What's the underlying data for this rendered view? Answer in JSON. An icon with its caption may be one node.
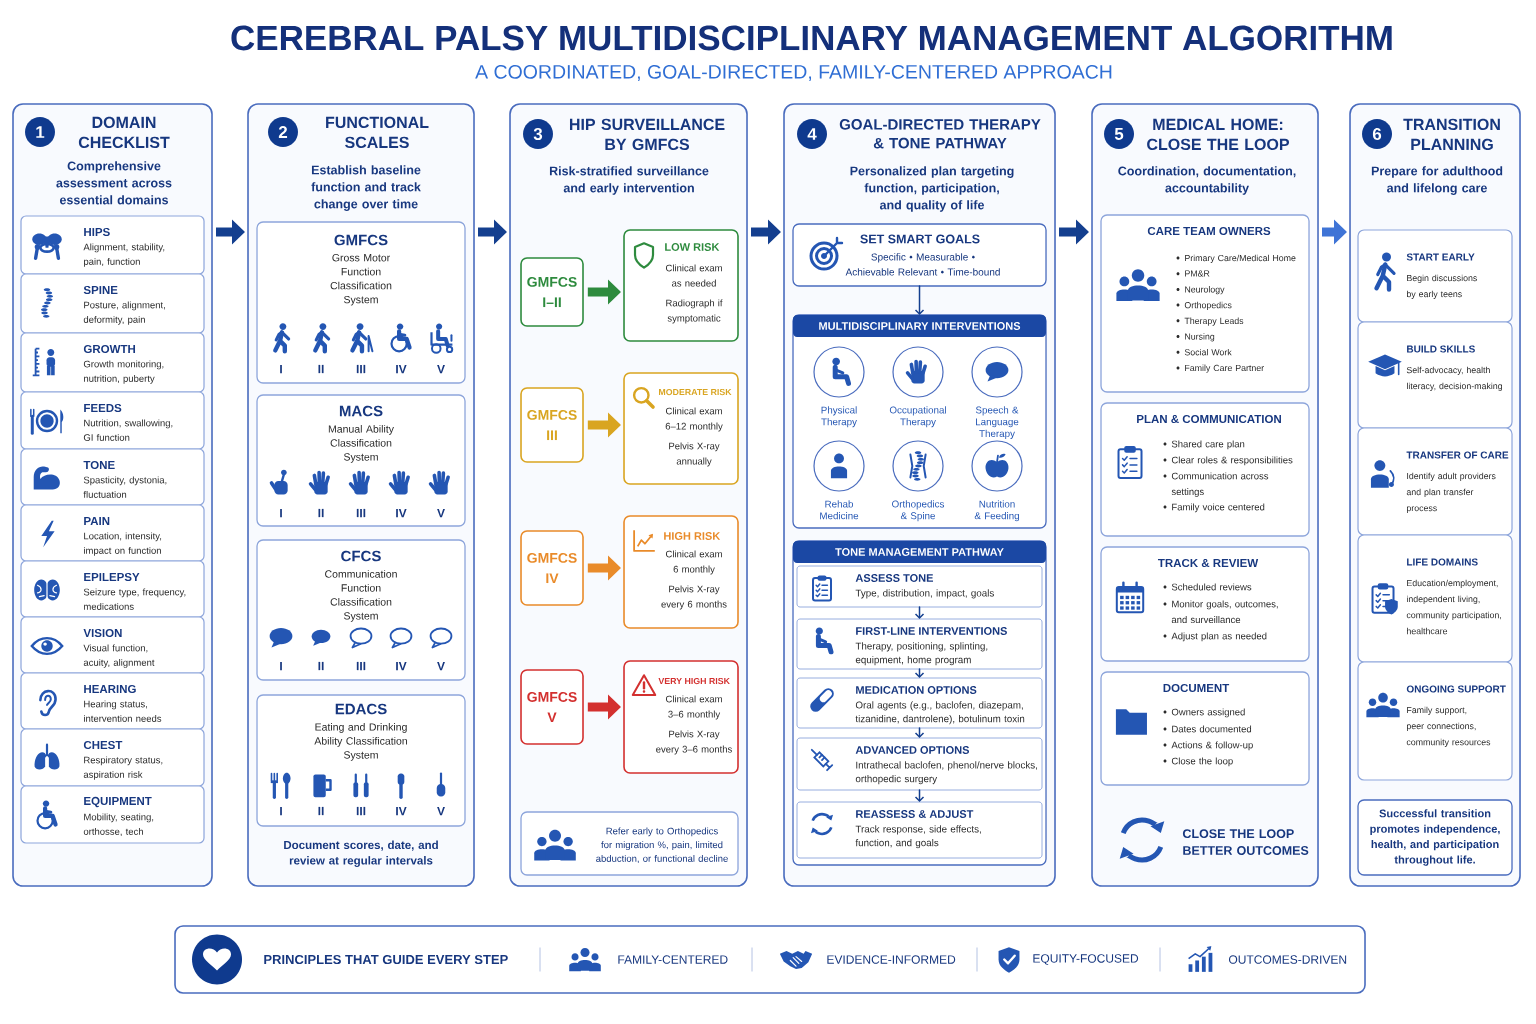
{
  "diagram": {
    "title": "CEREBRAL PALSY MULTIDISCIPLINARY MANAGEMENT ALGORITHM",
    "nodes": [
      {
        "text": [
          "1",
          "DOMAIN CHECKLIST",
          "Comprehensive assessment across essential domains"
        ]
      },
      {
        "text": [
          "HIPS",
          "Alignment, stability, pain, function"
        ],
        "in": 0
      },
      {
        "text": [
          "SPINE",
          "Posture, alignment, deformity, pain"
        ],
        "in": 0
      },
      {
        "text": [
          "GROWTH",
          "Growth monitoring, nutrition, puberty"
        ],
        "in": 0
      },
      {
        "text": [
          "FEEDS",
          "Nutrition, swallowing, GI function"
        ],
        "in": 0
      },
      {
        "text": [
          "TONE",
          "Spasticity, dystonia, fluctuation"
        ],
        "in": 0
      },
      {
        "text": [
          "PAIN",
          "Location, intensity, impact on function"
        ],
        "in": 0
      },
      {
        "text": [
          "EPILEPSY",
          "Seizure type, frequency, medications"
        ],
        "in": 0
      },
      {
        "text": [
          "VISION",
          "Visual function, acuity, alignment"
        ],
        "in": 0
      },
      {
        "text": [
          "HEARING",
          "Hearing status, intervention needs"
        ],
        "in": 0
      },
      {
        "text": [
          "CHEST",
          "Respiratory status, aspiration risk"
        ],
        "in": 0
      },
      {
        "text": [
          "EQUIPMENT",
          "Mobility, seating, orthosse, tech"
        ],
        "in": 0
      },
      {
        "text": [
          "2",
          "FUNCTIONAL SCALES",
          "Establish baseline function and track change over time",
          "Document scores, date, and review at regular intervals"
        ]
      },
      {
        "text": [
          "GMFCS",
          "Gross Motor Function Classification System",
          "I",
          "II",
          "III",
          "IV",
          "V"
        ],
        "in": 12
      },
      {
        "text": [
          "MACS",
          "Manual Ability Classification System",
          "I",
          "II",
          "III",
          "IV",
          "V"
        ],
        "in": 12
      },
      {
        "text": [
          "CFCS",
          "Communication Function Classification System",
          "I",
          "II",
          "III",
          "IV",
          "V"
        ],
        "in": 12
      },
      {
        "text": [
          "EDACS",
          "Eating and Drinking Ability Classification System",
          "I",
          "II",
          "III",
          "IV",
          "V"
        ],
        "in": 12
      },
      {
        "text": [
          "3",
          "HIP SURVEILLANCE BY GMFCS",
          "Risk-stratified surveillance and early intervention"
        ]
      },
      {
        "text": [
          "GMFCS I–II"
        ],
        "in": 17
      },
      {
        "text": [
          "LOW RISK",
          "Clinical exam as needed",
          "Radiograph if symptomatic"
        ],
        "in": 17
      },
      {
        "text": [
          "GMFCS III"
        ],
        "in": 17
      },
      {
        "text": [
          "MODERATE RISK",
          "Clinical exam 6–12 monthly",
          "Pelvis X-ray annually"
        ],
        "in": 17
      },
      {
        "text": [
          "GMFCS IV"
        ],
        "in": 17
      },
      {
        "text": [
          "HIGH RISK",
          "Clinical exam 6 monthly",
          "Pelvis X-ray every 6 months"
        ],
        "in": 17
      },
      {
        "text": [
          "GMFCS V"
        ],
        "in": 17
      },
      {
        "text": [
          "VERY HIGH RISK",
          "Clinical exam 3–6 monthly",
          "Pelvis X-ray every 3–6 months"
        ],
        "in": 17
      },
      {
        "text": [
          "Refer early to Orthopedics for migration %, pain, limited abduction, or functional decline"
        ],
        "in": 17
      },
      {
        "text": [
          "4",
          "GOAL-DIRECTED THERAPY & TONE PATHWAY",
          "Personalized plan targeting function, participation, and quality of life"
        ]
      },
      {
        "text": [
          "SET SMART GOALS",
          "Specific • Measurable • Achievable Relevant • Time-bound"
        ],
        "in": 27
      },
      {
        "text": [
          "MULTIDISCIPLINARY INTERVENTIONS"
        ],
        "in": 27
      },
      {
        "text": [
          "Physical Therapy"
        ],
        "in": 29
      },
      {
        "text": [
          "Occupational Therapy"
        ],
        "in": 29
      },
      {
        "text": [
          "Speech & Language Therapy"
        ],
        "in": 29
      },
      {
        "text": [
          "Rehab Medicine"
        ],
        "in": 29
      },
      {
        "text": [
          "Orthopedics & Spine"
        ],
        "in": 29
      },
      {
        "text": [
          "Nutrition & Feeding"
        ],
        "in": 29
      },
      {
        "text": [
          "TONE MANAGEMENT PATHWAY"
        ],
        "in": 27
      },
      {
        "text": [
          "ASSESS TONE",
          "Type, distribution, impact, goals"
        ],
        "in": 36
      },
      {
        "text": [
          "FIRST-LINE INTERVENTIONS",
          "Therapy, positioning, splinting, equipment, home program"
        ],
        "in": 36
      },
      {
        "text": [
          "MEDICATION OPTIONS",
          "Oral agents (e.g., baclofen, diazepam, tizanidine, dantrolene), botulinum toxin"
        ],
        "in": 36
      },
      {
        "text": [
          "ADVANCED OPTIONS",
          "Intrathecal baclofen, phenol/nerve blocks, orthopedic surgery"
        ],
        "in": 36
      },
      {
        "text": [
          "REASSESS & ADJUST",
          "Track response, side effects, function, and goals"
        ],
        "in": 36
      },
      {
        "text": [
          "5",
          "MEDICAL HOME: CLOSE THE LOOP",
          "Coordination, documentation, accountability",
          "CLOSE THE LOOP BETTER OUTCOMES"
        ]
      },
      {
        "text": [
          "CARE TEAM OWNERS",
          "Primary Care/Medical Home",
          "PM&R",
          "Neurology",
          "Orthopedics",
          "Therapy Leads",
          "Nursing",
          "Social Work",
          "Family Care Partner"
        ],
        "in": 42
      },
      {
        "text": [
          "PLAN & COMMUNICATION",
          "Shared care plan",
          "Clear roles & responsibilities",
          "Communication across settings",
          "Family voice centered"
        ],
        "in": 42
      },
      {
        "text": [
          "TRACK & REVIEW",
          "Scheduled reviews",
          "Monitor goals, outcomes, and surveillance",
          "Adjust plan as needed"
        ],
        "in": 42
      },
      {
        "text": [
          "DOCUMENT",
          "Owners assigned",
          "Dates documented",
          "Actions & follow-up",
          "Close the loop"
        ],
        "in": 42
      },
      {
        "text": [
          "6",
          "TRANSITION PLANNING",
          "Prepare for adulthood and lifelong care"
        ]
      },
      {
        "text": [
          "START EARLY",
          "Begin discussions by early teens"
        ],
        "in": 47
      },
      {
        "text": [
          "BUILD SKILLS",
          "Self-advocacy, health literacy, decision-making"
        ],
        "in": 47
      },
      {
        "text": [
          "TRANSFER OF CARE",
          "Identify adult providers and plan transfer process"
        ],
        "in": 47
      },
      {
        "text": [
          "LIFE DOMAINS",
          "Education/employment, independent living, community participation, healthcare"
        ],
        "in": 47
      },
      {
        "text": [
          "ONGOING SUPPORT",
          "Family support, peer connections, community resources"
        ],
        "in": 47
      },
      {
        "text": [
          "Successful transition promotes independence, health, and participation throughout life."
        ],
        "in": 47
      },
      {
        "text": [
          "PRINCIPLES THAT GUIDE EVERY STEP",
          "FAMILY-CENTERED",
          "EVIDENCE-INFORMED",
          "EQUITY-FOCUSED",
          "OUTCOMES-DRIVEN"
        ]
      }
    ],
    "edges": [
      {
        "from": 0,
        "to": 12,
        "arrow": "to"
      },
      {
        "from": 12,
        "to": 17,
        "arrow": "to"
      },
      {
        "from": 17,
        "to": 27,
        "arrow": "to"
      },
      {
        "from": 27,
        "to": 42,
        "arrow": "to"
      },
      {
        "from": 42,
        "to": 47,
        "arrow": "to",
        "color": "#3f74d6"
      },
      {
        "from": 18,
        "to": 19,
        "arrow": "to",
        "color": "#2e8b3e"
      },
      {
        "from": 20,
        "to": 21,
        "arrow": "to",
        "color": "#d9a521"
      },
      {
        "from": 22,
        "to": 23,
        "arrow": "to",
        "color": "#e98b2a"
      },
      {
        "from": 24,
        "to": 25,
        "arrow": "to",
        "color": "#d3302f"
      },
      {
        "from": 28,
        "to": 29,
        "arrow": "to"
      },
      {
        "from": 37,
        "to": 38,
        "arrow": "to"
      },
      {
        "from": 38,
        "to": 39,
        "arrow": "to"
      },
      {
        "from": 39,
        "to": 40,
        "arrow": "to"
      },
      {
        "from": 40,
        "to": 41,
        "arrow": "to"
      }
    ],
    "labels": [
      "A COORDINATED, GOAL-DIRECTED, FAMILY-CENTERED APPROACH"
    ]
  }
}
